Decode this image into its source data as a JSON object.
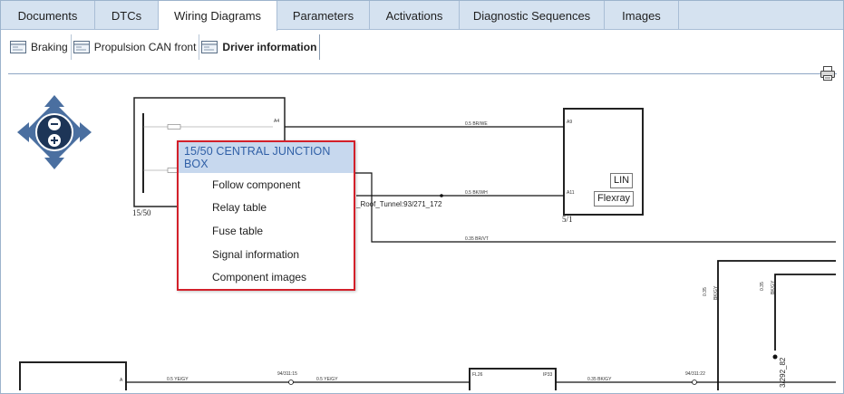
{
  "tabs": [
    {
      "label": "Documents",
      "active": false
    },
    {
      "label": "DTCs",
      "active": false
    },
    {
      "label": "Wiring Diagrams",
      "active": true
    },
    {
      "label": "Parameters",
      "active": false
    },
    {
      "label": "Activations",
      "active": false
    },
    {
      "label": "Diagnostic Sequences",
      "active": false
    },
    {
      "label": "Images",
      "active": false
    }
  ],
  "diagram_tabs": [
    {
      "label": "Braking",
      "icon": "diagram-icon",
      "active": false
    },
    {
      "label": "Propulsion CAN front",
      "icon": "diagram-icon",
      "active": false
    },
    {
      "label": "Driver information",
      "icon": "diagram-icon",
      "active": true
    }
  ],
  "toolbar": {
    "print_icon": "printer-icon"
  },
  "navigator": {
    "icon": "pan-zoom-navigator-icon"
  },
  "diagram": {
    "component_labels": {
      "junction": "15/50",
      "module": "5/1"
    },
    "module_tags": {
      "lin": "LIN",
      "flexray": "Flexray"
    },
    "connector_label": "_Roof_Tunnel:93/271_172",
    "bottom_connector_label": "3/292_82",
    "wire_labels": {
      "w1": "0.5 BR/WE",
      "w2": "0.5 BK/WH",
      "w3": "0.35 BR/VT",
      "w4": "0.5 YE/GY",
      "w5": "0.5 YE/GY",
      "w6": "0.35 BK/GY",
      "v1": "0.35",
      "v2": "BK/GY",
      "v3": "0.35",
      "v4": "BK/GY"
    },
    "pin_labels": {
      "p1": "A4",
      "p2": "A9",
      "p3": "A11",
      "p4": "A",
      "p5": "FL26",
      "p6": "IP33",
      "c1": "94/311:15",
      "c2": "94/311:22"
    }
  },
  "context_menu": {
    "title": "15/50 CENTRAL JUNCTION BOX",
    "items": [
      {
        "label": "Follow component"
      },
      {
        "label": "Relay table"
      },
      {
        "label": "Fuse table"
      },
      {
        "label": "Signal information"
      },
      {
        "label": "Component images"
      }
    ]
  },
  "colors": {
    "tab_bar": "#d5e2f0",
    "menu_title_bg": "#c7d8ee",
    "menu_title_text": "#2f5fa6",
    "highlight_border": "#d3202a",
    "navigator": "#4a6fa0"
  }
}
